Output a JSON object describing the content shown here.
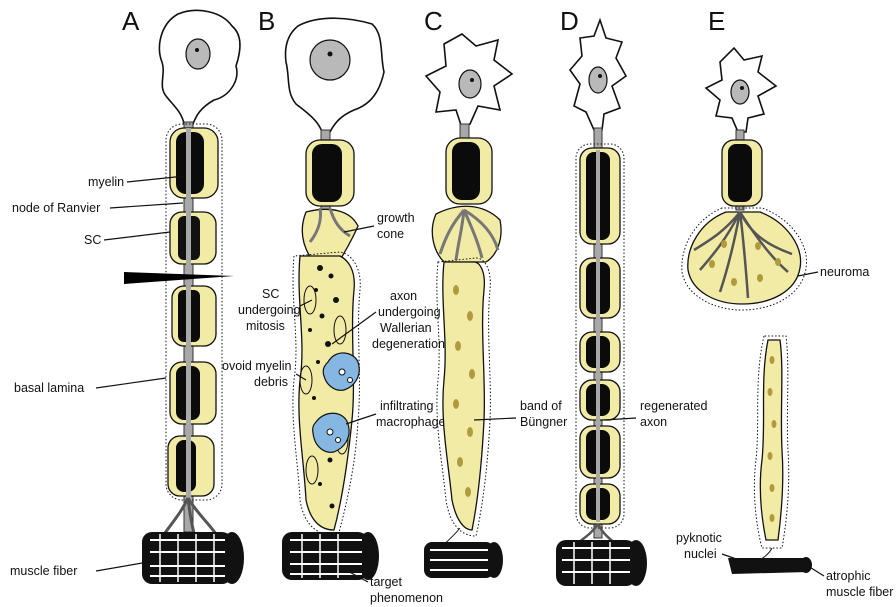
{
  "panels": {
    "a": "A",
    "b": "B",
    "c": "C",
    "d": "D",
    "e": "E"
  },
  "labels": {
    "myelin": "myelin",
    "node": "node of Ranvier",
    "sc": "SC",
    "basal_lamina": "basal lamina",
    "muscle_fiber": "muscle fiber",
    "growth_cone_1": "growth",
    "growth_cone_2": "cone",
    "sc_mitosis_1": "SC",
    "sc_mitosis_2": "undergoing",
    "sc_mitosis_3": "mitosis",
    "axon_wd_1": "axon",
    "axon_wd_2": "undergoing",
    "axon_wd_3": "Wallerian",
    "axon_wd_4": "degeneration",
    "ovoid_1": "ovoid myelin",
    "ovoid_2": "debris",
    "macro_1": "infiltrating",
    "macro_2": "macrophage",
    "target_1": "target",
    "target_2": "phenomenon",
    "bungner_1": "band of",
    "bungner_2": "Büngner",
    "regen_1": "regenerated",
    "regen_2": "axon",
    "neuroma": "neuroma",
    "pyknotic_1": "pyknotic",
    "pyknotic_2": "nuclei",
    "atrophic_1": "atrophic",
    "atrophic_2": "muscle fiber"
  },
  "colors": {
    "schwann": "#f2eba6",
    "myelin": "#0b0b0b",
    "axon": "#a8a8a8",
    "macrophage": "#86b7e3",
    "nucleus": "#b9b9b9"
  }
}
